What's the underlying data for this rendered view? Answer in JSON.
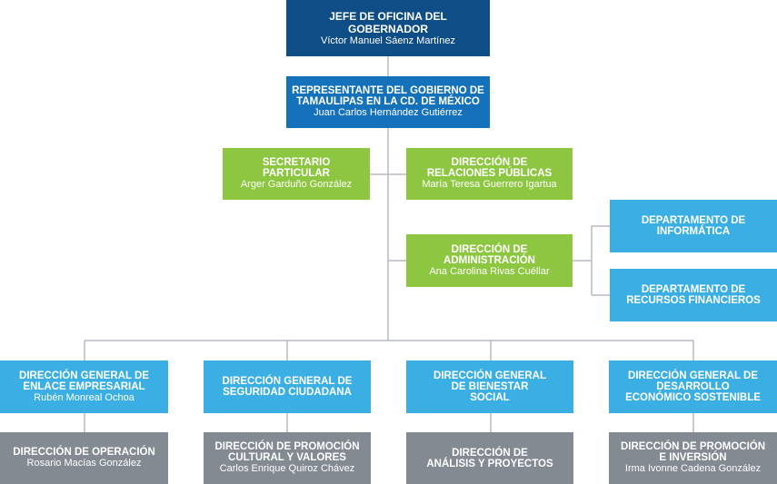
{
  "colors": {
    "navy": "#0e4d86",
    "blue": "#1572ba",
    "green": "#8dc640",
    "cyan": "#3bafe3",
    "gray": "#838a91",
    "connector": "#b5bcc3"
  },
  "org": {
    "jefe": {
      "title": "JEFE DE OFICINA DEL GOBERNADOR",
      "name": "Víctor Manuel Sáenz Martínez"
    },
    "representante": {
      "title": "REPRESENTANTE DEL GOBIERNO DE TAMAULIPAS EN LA CD. DE MÉXICO",
      "name": "Juan Carlos Hernández Gutiérrez"
    },
    "secretario": {
      "title": "SECRETARIO PARTICULAR",
      "name": "Arger Garduño González"
    },
    "relaciones": {
      "title": "DIRECCIÓN DE RELACIONES PÚBLICAS",
      "name": "María Teresa Guerrero Igartua"
    },
    "administracion": {
      "title": "DIRECCIÓN DE ADMINISTRACIÓN",
      "name": "Ana Carolina Rivas Cuéllar"
    },
    "informatica": {
      "title": "DEPARTAMENTO DE INFORMÁTICA",
      "name": ""
    },
    "recursos": {
      "title": "DEPARTAMENTO DE RECURSOS FINANCIEROS",
      "name": ""
    },
    "enlace": {
      "title": "DIRECCIÓN GENERAL DE ENLACE EMPRESARIAL",
      "name": "Rubén Monreal Ochoa"
    },
    "seguridad": {
      "title": "DIRECCIÓN GENERAL DE SEGURIDAD CIUDADANA",
      "name": ""
    },
    "bienestar": {
      "title": "DIRECCIÓN GENERAL DE BIENESTAR SOCIAL",
      "name": ""
    },
    "desarrollo": {
      "title": "DIRECCIÓN GENERAL DE DESARROLLO ECONÓMICO SOSTENIBLE",
      "name": ""
    },
    "operacion": {
      "title": "DIRECCIÓN DE OPERACIÓN",
      "name": "Rosario Macías González"
    },
    "promocion_cultural": {
      "title": "DIRECCIÓN DE PROMOCIÓN CULTURAL Y VALORES",
      "name": "Carlos Enrique Quiroz Chávez"
    },
    "analisis": {
      "title": "DIRECCIÓN DE ANÁLISIS Y PROYECTOS",
      "name": ""
    },
    "promocion_inversion": {
      "title": "DIRECCIÓN DE PROMOCIÓN E INVERSIÓN",
      "name": "Irma Ivonne Cadena González"
    }
  }
}
